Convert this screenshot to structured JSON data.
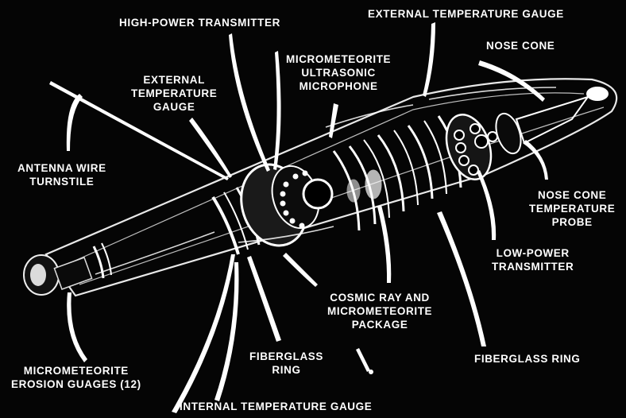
{
  "labels": {
    "high_power_transmitter": "HIGH-POWER TRANSMITTER",
    "external_temp_gauge_top": "EXTERNAL TEMPERATURE GAUGE",
    "nose_cone": "NOSE CONE",
    "external_temp_gauge_left": [
      "EXTERNAL",
      "TEMPERATURE",
      "GAUGE"
    ],
    "micrometeorite_microphone": [
      "MICROMETEORITE",
      "ULTRASONIC",
      "MICROPHONE"
    ],
    "antenna_wire": [
      "ANTENNA WIRE",
      "TURNSTILE"
    ],
    "nose_cone_probe": [
      "NOSE CONE",
      "TEMPERATURE",
      "PROBE"
    ],
    "low_power_transmitter": [
      "LOW-POWER",
      "TRANSMITTER"
    ],
    "cosmic_ray_package": [
      "COSMIC RAY AND",
      "MICROMETEORITE",
      "PACKAGE"
    ],
    "fiberglass_ring_left": [
      "FIBERGLASS",
      "RING"
    ],
    "fiberglass_ring_right": "FIBERGLASS RING",
    "erosion_gauges": [
      "MICROMETEORITE",
      "EROSION GUAGES (12)"
    ],
    "internal_temp_gauge": "INTERNAL TEMPERATURE GAUGE"
  },
  "colors": {
    "background": "#050505",
    "ink": "#ffffff",
    "mid": "#9a9a9a"
  }
}
